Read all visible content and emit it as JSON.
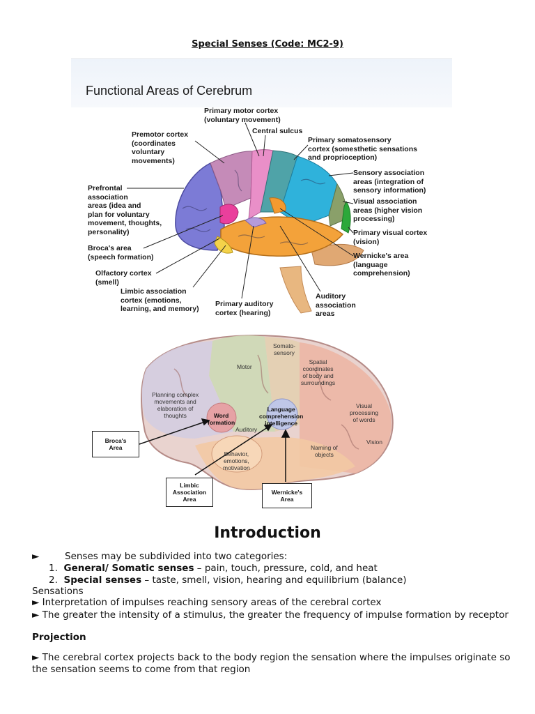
{
  "document": {
    "title": "Special Senses (Code: MC2-9)"
  },
  "figure1": {
    "title": "Functional Areas of Cerebrum",
    "labels": {
      "primary_motor": "Primary motor cortex\n(voluntary movement)",
      "central_sulcus": "Central sulcus",
      "premotor": "Premotor cortex\n(coordinates\nvoluntary\nmovements)",
      "somatosensory": "Primary somatosensory\ncortex (somesthetic sensations\nand proprioception)",
      "sensory_association": "Sensory association\nareas (integration of\nsensory information)",
      "visual_association": "Visual association\nareas (higher vision\nprocessing)",
      "prefrontal": "Prefrontal\nassociation\nareas (idea and\nplan for voluntary\nmovement, thoughts,\npersonality)",
      "primary_visual": "Primary visual cortex\n(vision)",
      "broca": "Broca's area\n(speech formation)",
      "wernicke": "Wernicke's area\n(language\ncomprehension)",
      "olfactory": "Olfactory cortex\n(smell)",
      "limbic": "Limbic association\ncortex (emotions,\nlearning, and memory)",
      "primary_auditory": "Primary auditory\ncortex (hearing)",
      "auditory_association": "Auditory\nassociation\nareas"
    }
  },
  "figure2": {
    "labels": {
      "somatosensory": "Somato-\nsensory",
      "motor": "Motor",
      "spatial": "Spatial\ncoordinates\nof body and\nsurroundings",
      "planning": "Planning complex\nmovements and\nelaboration of\nthoughts",
      "word_formation": "Word\nformation",
      "language": "Language\ncomprehension\nintelligence",
      "visual_processing": "Visual\nprocessing\nof words",
      "auditory": "Auditory",
      "vision": "Vision",
      "naming": "Naming of\nobjects",
      "behavior": "Behavior,\nemotions,\nmotivation"
    },
    "callouts": {
      "broca": "Broca's\nArea",
      "limbic": "Limbic\nAssociation\nArea",
      "wernicke": "Wernicke's\nArea"
    }
  },
  "introduction": {
    "heading": "Introduction",
    "bullet_marker": "►",
    "intro_line": "Senses may be subdivided into two categories:",
    "items": [
      {
        "num": "1.",
        "term": "General/ Somatic senses",
        "rest": " – pain, touch, pressure, cold, and heat"
      },
      {
        "num": "2.",
        "term": "Special senses",
        "rest": " – taste, smell, vision, hearing and equilibrium (balance)"
      }
    ],
    "sensations_heading": "Sensations",
    "sensations": [
      "► Interpretation of impulses reaching sensory areas of the cerebral cortex",
      "► The greater the intensity of a stimulus, the greater the frequency of impulse formation by receptor"
    ],
    "projection_heading": "Projection",
    "projection_lines": [
      "► The cerebral cortex projects back to the body region the sensation where the impulses originate so",
      "the sensation seems to come from that region"
    ]
  }
}
